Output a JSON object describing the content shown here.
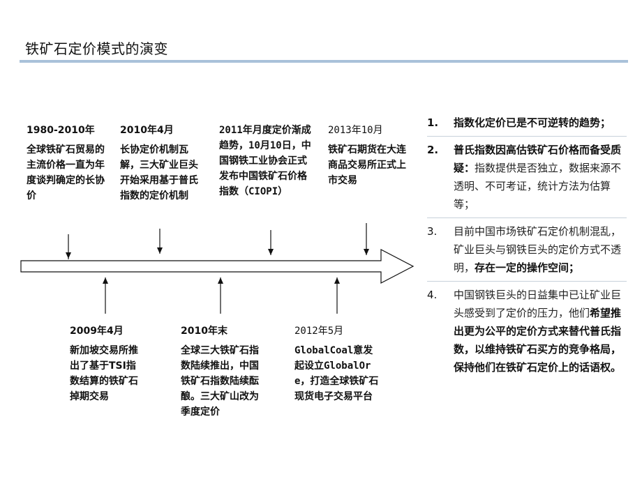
{
  "title": "铁矿石定价模式的演变",
  "timeline": {
    "top_events": [
      {
        "date": "1980-2010年",
        "desc": "全球铁矿石贸易的主流价格一直为年度谈判确定的长协价"
      },
      {
        "date": "2010年4月",
        "desc": "长协定价机制瓦解，三大矿业巨头开始采用基于普氏指数的定价机制"
      },
      {
        "date": "2011年月度定价渐成趋势，10月10日，中国钢铁工业协会正式发布中国铁矿石价格指数（CIOPI）",
        "desc": ""
      },
      {
        "date": "2013年10月",
        "desc": "铁矿石期货在大连商品交易所正式上市交易"
      }
    ],
    "bottom_events": [
      {
        "date": "2009年4月",
        "desc": "新加坡交易所推出了基于TSI指数结算的铁矿石掉期交易"
      },
      {
        "date": "2010年末",
        "desc": "全球三大铁矿石指数陆续推出，中国铁矿石指数陆续酝酿。三大矿山改为季度定价"
      },
      {
        "date": "2012年5月",
        "desc": "GlobalCoal意发起设立GlobalOre，打造全球铁矿石现货电子交易平台"
      }
    ]
  },
  "points": [
    {
      "num": "1.",
      "segments": [
        {
          "text": "指数化定价已是不可逆转的趋势；",
          "bold": true
        }
      ]
    },
    {
      "num": "2.",
      "segments": [
        {
          "text": "普氏指数因高估铁矿石价格而备受质疑：",
          "bold": true
        },
        {
          "text": "指数提供是否独立，数据来源不透明、不可考证，统计方法为估算等；",
          "bold": false
        }
      ]
    },
    {
      "num": "3.",
      "segments": [
        {
          "text": "目前中国市场铁矿石定价机制混乱，矿业巨头与钢铁巨头的定价方式不透明，",
          "bold": false
        },
        {
          "text": "存在一定的操作空间；",
          "bold": true
        }
      ]
    },
    {
      "num": "4.",
      "segments": [
        {
          "text": "中国钢铁巨头的日益集中已让矿业巨头感受到了定价的压力，他们",
          "bold": false
        },
        {
          "text": "希望推出更为公平的定价方式来替代普氏指数，以维持铁矿石买方的竞争格局，保持他们在铁矿石定价上的话语权。",
          "bold": true
        }
      ]
    }
  ]
}
